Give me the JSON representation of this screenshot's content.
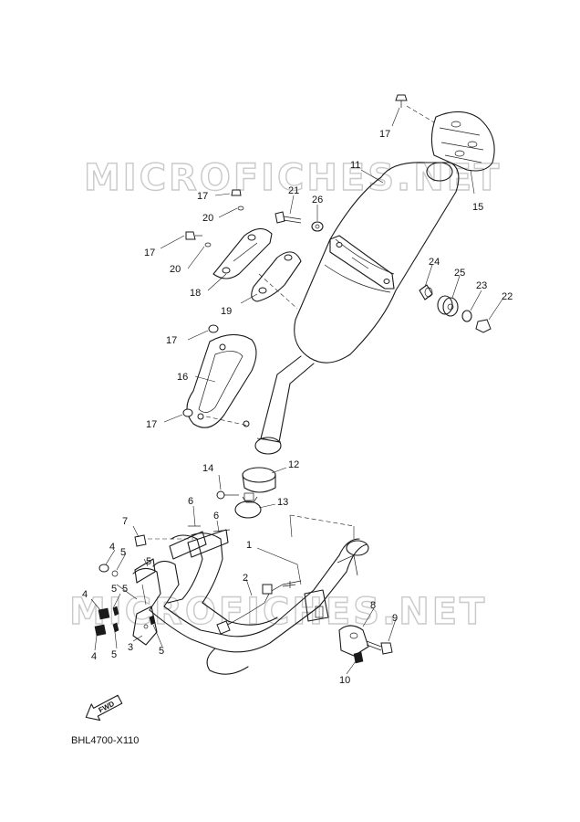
{
  "watermarks": [
    "MICROFICHES.NET",
    "MICROFICHES.NET"
  ],
  "diagram_code": "BHL4700-X110",
  "fwd_label": "FWD",
  "callouts": {
    "c1": "1",
    "c2": "2",
    "c3": "3",
    "c4a": "4",
    "c4b": "4",
    "c4c": "4",
    "c5a": "5",
    "c5b": "5",
    "c5c": "5",
    "c5d": "5",
    "c5e": "5",
    "c6a": "6",
    "c6b": "6",
    "c7": "7",
    "c8": "8",
    "c9": "9",
    "c10": "10",
    "c11": "11",
    "c12": "12",
    "c13": "13",
    "c14": "14",
    "c15": "15",
    "c16": "16",
    "c17a": "17",
    "c17b": "17",
    "c17c": "17",
    "c17d": "17",
    "c17e": "17",
    "c18": "18",
    "c19": "19",
    "c20a": "20",
    "c20b": "20",
    "c21": "21",
    "c22": "22",
    "c23": "23",
    "c24": "24",
    "c25": "25",
    "c26": "26"
  }
}
